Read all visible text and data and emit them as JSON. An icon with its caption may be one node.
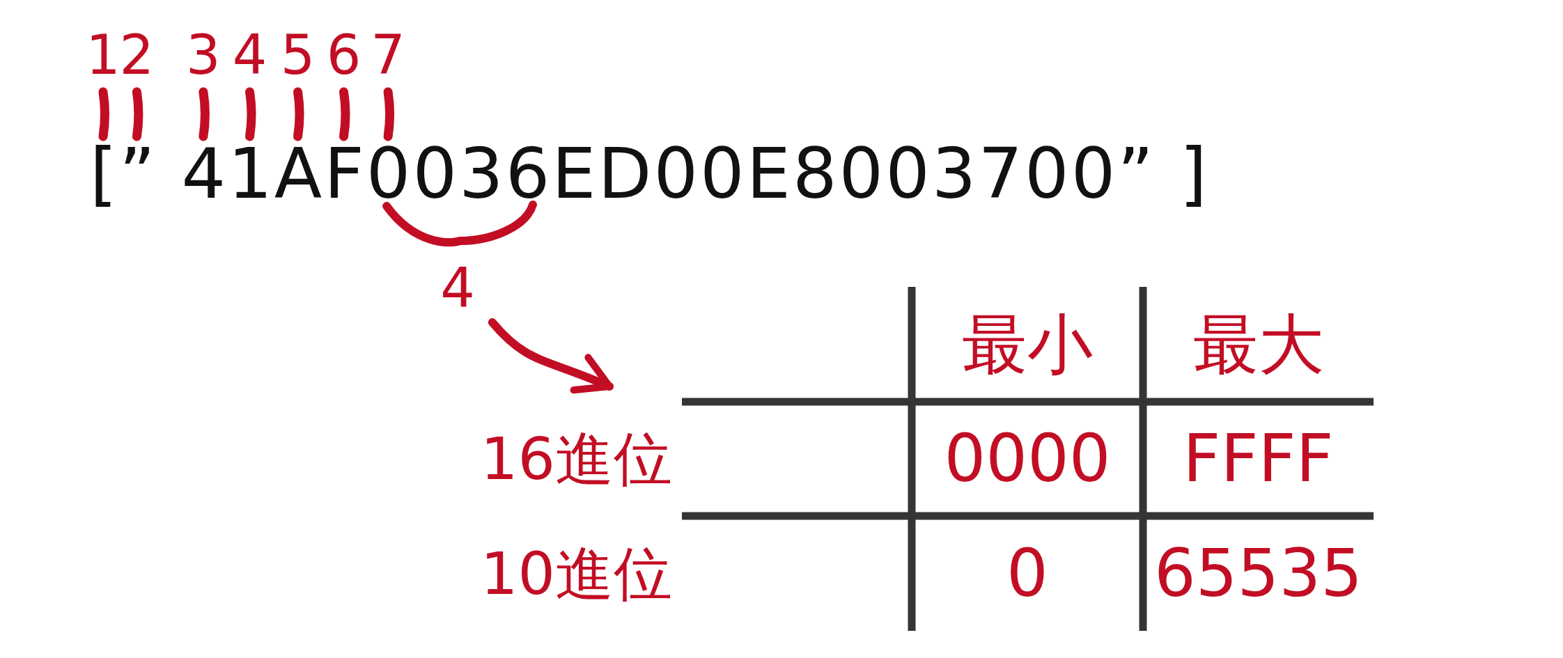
{
  "diagram": {
    "nodes": [
      {
        "text": [
          "1"
        ]
      },
      {
        "text": [
          "2"
        ]
      },
      {
        "text": [
          "3"
        ]
      },
      {
        "text": [
          "4"
        ]
      },
      {
        "text": [
          "5"
        ]
      },
      {
        "text": [
          "6"
        ]
      },
      {
        "text": [
          "7"
        ]
      },
      {
        "text": [
          "4"
        ]
      },
      {
        "text": [
          "[” 41AF0036ED00E8003700” ]"
        ]
      }
    ],
    "edges": [
      {
        "from": 0,
        "to": 8,
        "arrow": "none"
      },
      {
        "from": 1,
        "to": 8,
        "arrow": "none"
      },
      {
        "from": 2,
        "to": 8,
        "arrow": "none"
      },
      {
        "from": 3,
        "to": 8,
        "arrow": "none"
      },
      {
        "from": 4,
        "to": 8,
        "arrow": "none"
      },
      {
        "from": 5,
        "to": 8,
        "arrow": "none"
      },
      {
        "from": 6,
        "to": 8,
        "arrow": "none"
      },
      {
        "from": 7,
        "to": null,
        "arrow": "to"
      }
    ],
    "labels": [
      "最小",
      "最大",
      "16進位",
      "0000",
      "FFFF",
      "10進位",
      "0",
      "65535"
    ]
  }
}
